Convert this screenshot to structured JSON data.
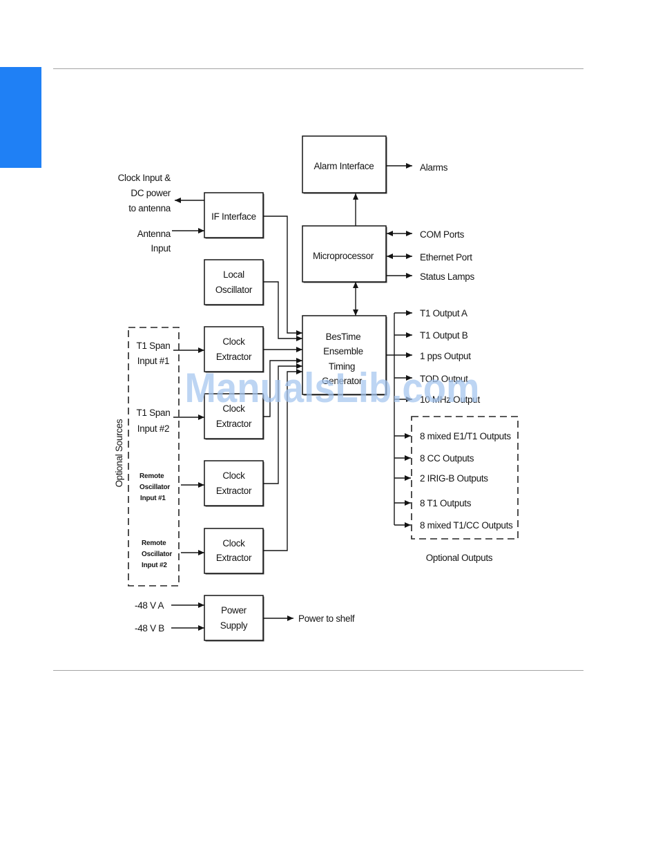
{
  "page": {
    "tab_color": "#1f80f5",
    "rule_color": "#a3a3a3",
    "watermark_color": "#a4c5ef"
  },
  "watermark": "ManualsLib.com",
  "blocks": {
    "alarm_interface": "Alarm Interface",
    "if_interface": "IF Interface",
    "microprocessor": "Microprocessor",
    "local_oscillator": [
      "Local",
      "Oscillator"
    ],
    "generator": [
      "BesTime",
      "Ensemble",
      "Timing",
      "Generator"
    ],
    "clock_extractors": [
      [
        "Clock",
        "Extractor"
      ],
      [
        "Clock",
        "Extractor"
      ],
      [
        "Clock",
        "Extractor"
      ],
      [
        "Clock",
        "Extractor"
      ]
    ],
    "power_supply": [
      "Power",
      "Supply"
    ]
  },
  "antenna": {
    "clock_out": [
      "Clock Input &",
      "DC power",
      "to antenna"
    ],
    "antenna_in": [
      "Antenna",
      "Input"
    ]
  },
  "optional_sources": {
    "title": "Optional Sources",
    "inputs": [
      [
        "T1 Span",
        "Input #1"
      ],
      [
        "T1 Span",
        "Input #2"
      ],
      [
        "Remote",
        "Oscillator",
        "Input #1"
      ],
      [
        "Remote",
        "Oscillator",
        "Input #2"
      ]
    ]
  },
  "power": {
    "inputs": [
      "-48 V A",
      "-48 V B"
    ],
    "output": "Power to shelf"
  },
  "outputs": {
    "alarms": "Alarms",
    "micro": [
      "COM Ports",
      "Ethernet Port",
      "Status Lamps"
    ],
    "timing": [
      "T1 Output A",
      "T1 Output B",
      "1 pps Output",
      "TOD Output",
      "10 MHz Output"
    ],
    "optional": [
      "8 mixed E1/T1 Outputs",
      "8 CC Outputs",
      "2 IRIG-B Outputs",
      "8 T1 Outputs",
      "8 mixed T1/CC Outputs"
    ],
    "optional_title": "Optional Outputs"
  }
}
